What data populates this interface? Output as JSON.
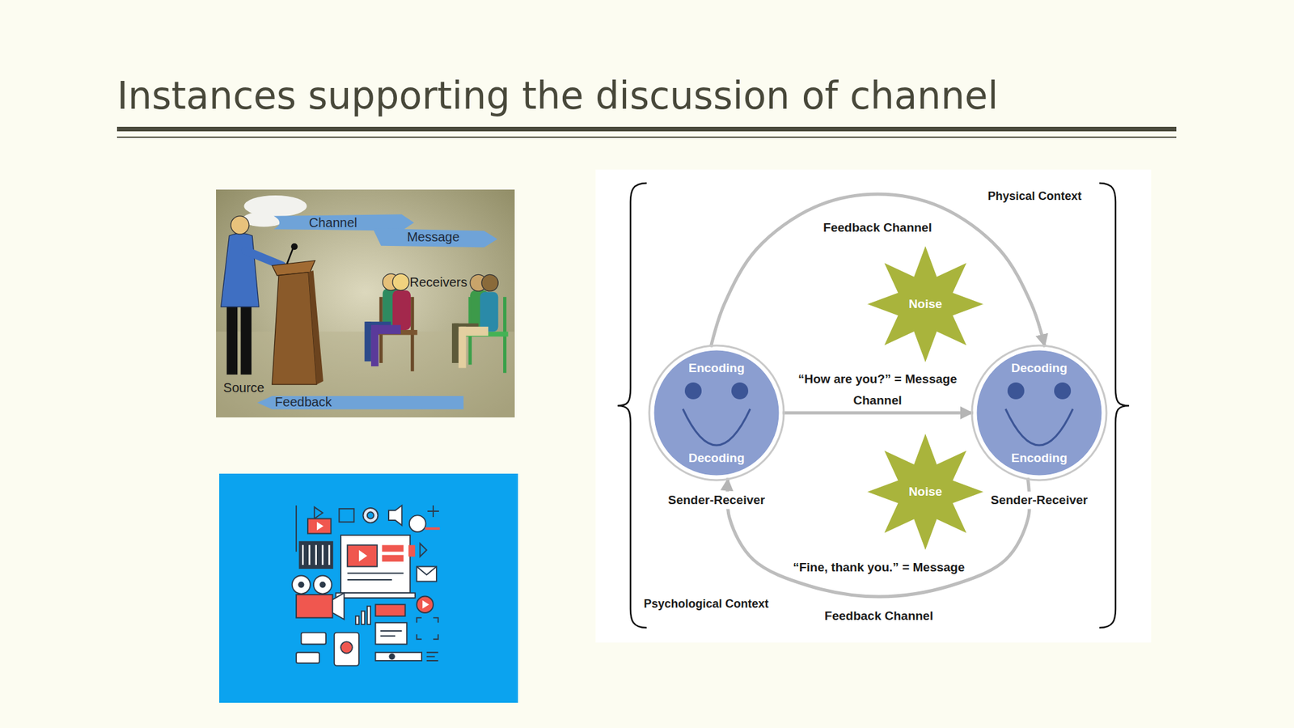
{
  "diagram": {
    "title": "Instances supporting the discussion of channel",
    "nodes": [
      {
        "text": [
          "Encoding",
          "Decoding",
          "Sender-Receiver"
        ]
      },
      {
        "text": [
          "Noise"
        ]
      },
      {
        "text": [
          "Decoding",
          "Encoding",
          "Sender-Receiver"
        ]
      },
      {
        "text": [
          "Noise"
        ]
      }
    ],
    "edges": [
      {
        "from": 0,
        "to": 2,
        "arrow": "to",
        "label": "“How are you?” = Message"
      },
      {
        "from": 0,
        "to": 2,
        "arrow": "to"
      },
      {
        "from": 2,
        "to": 0,
        "arrow": "to",
        "label": "“Fine, thank you.” = Message"
      }
    ],
    "labels": [
      "Channel",
      "Message",
      "Receivers",
      "Source",
      "Feedback",
      "Physical Context",
      "Feedback Channel",
      "Channel",
      "Feedback Channel",
      "Psychological Context"
    ]
  }
}
